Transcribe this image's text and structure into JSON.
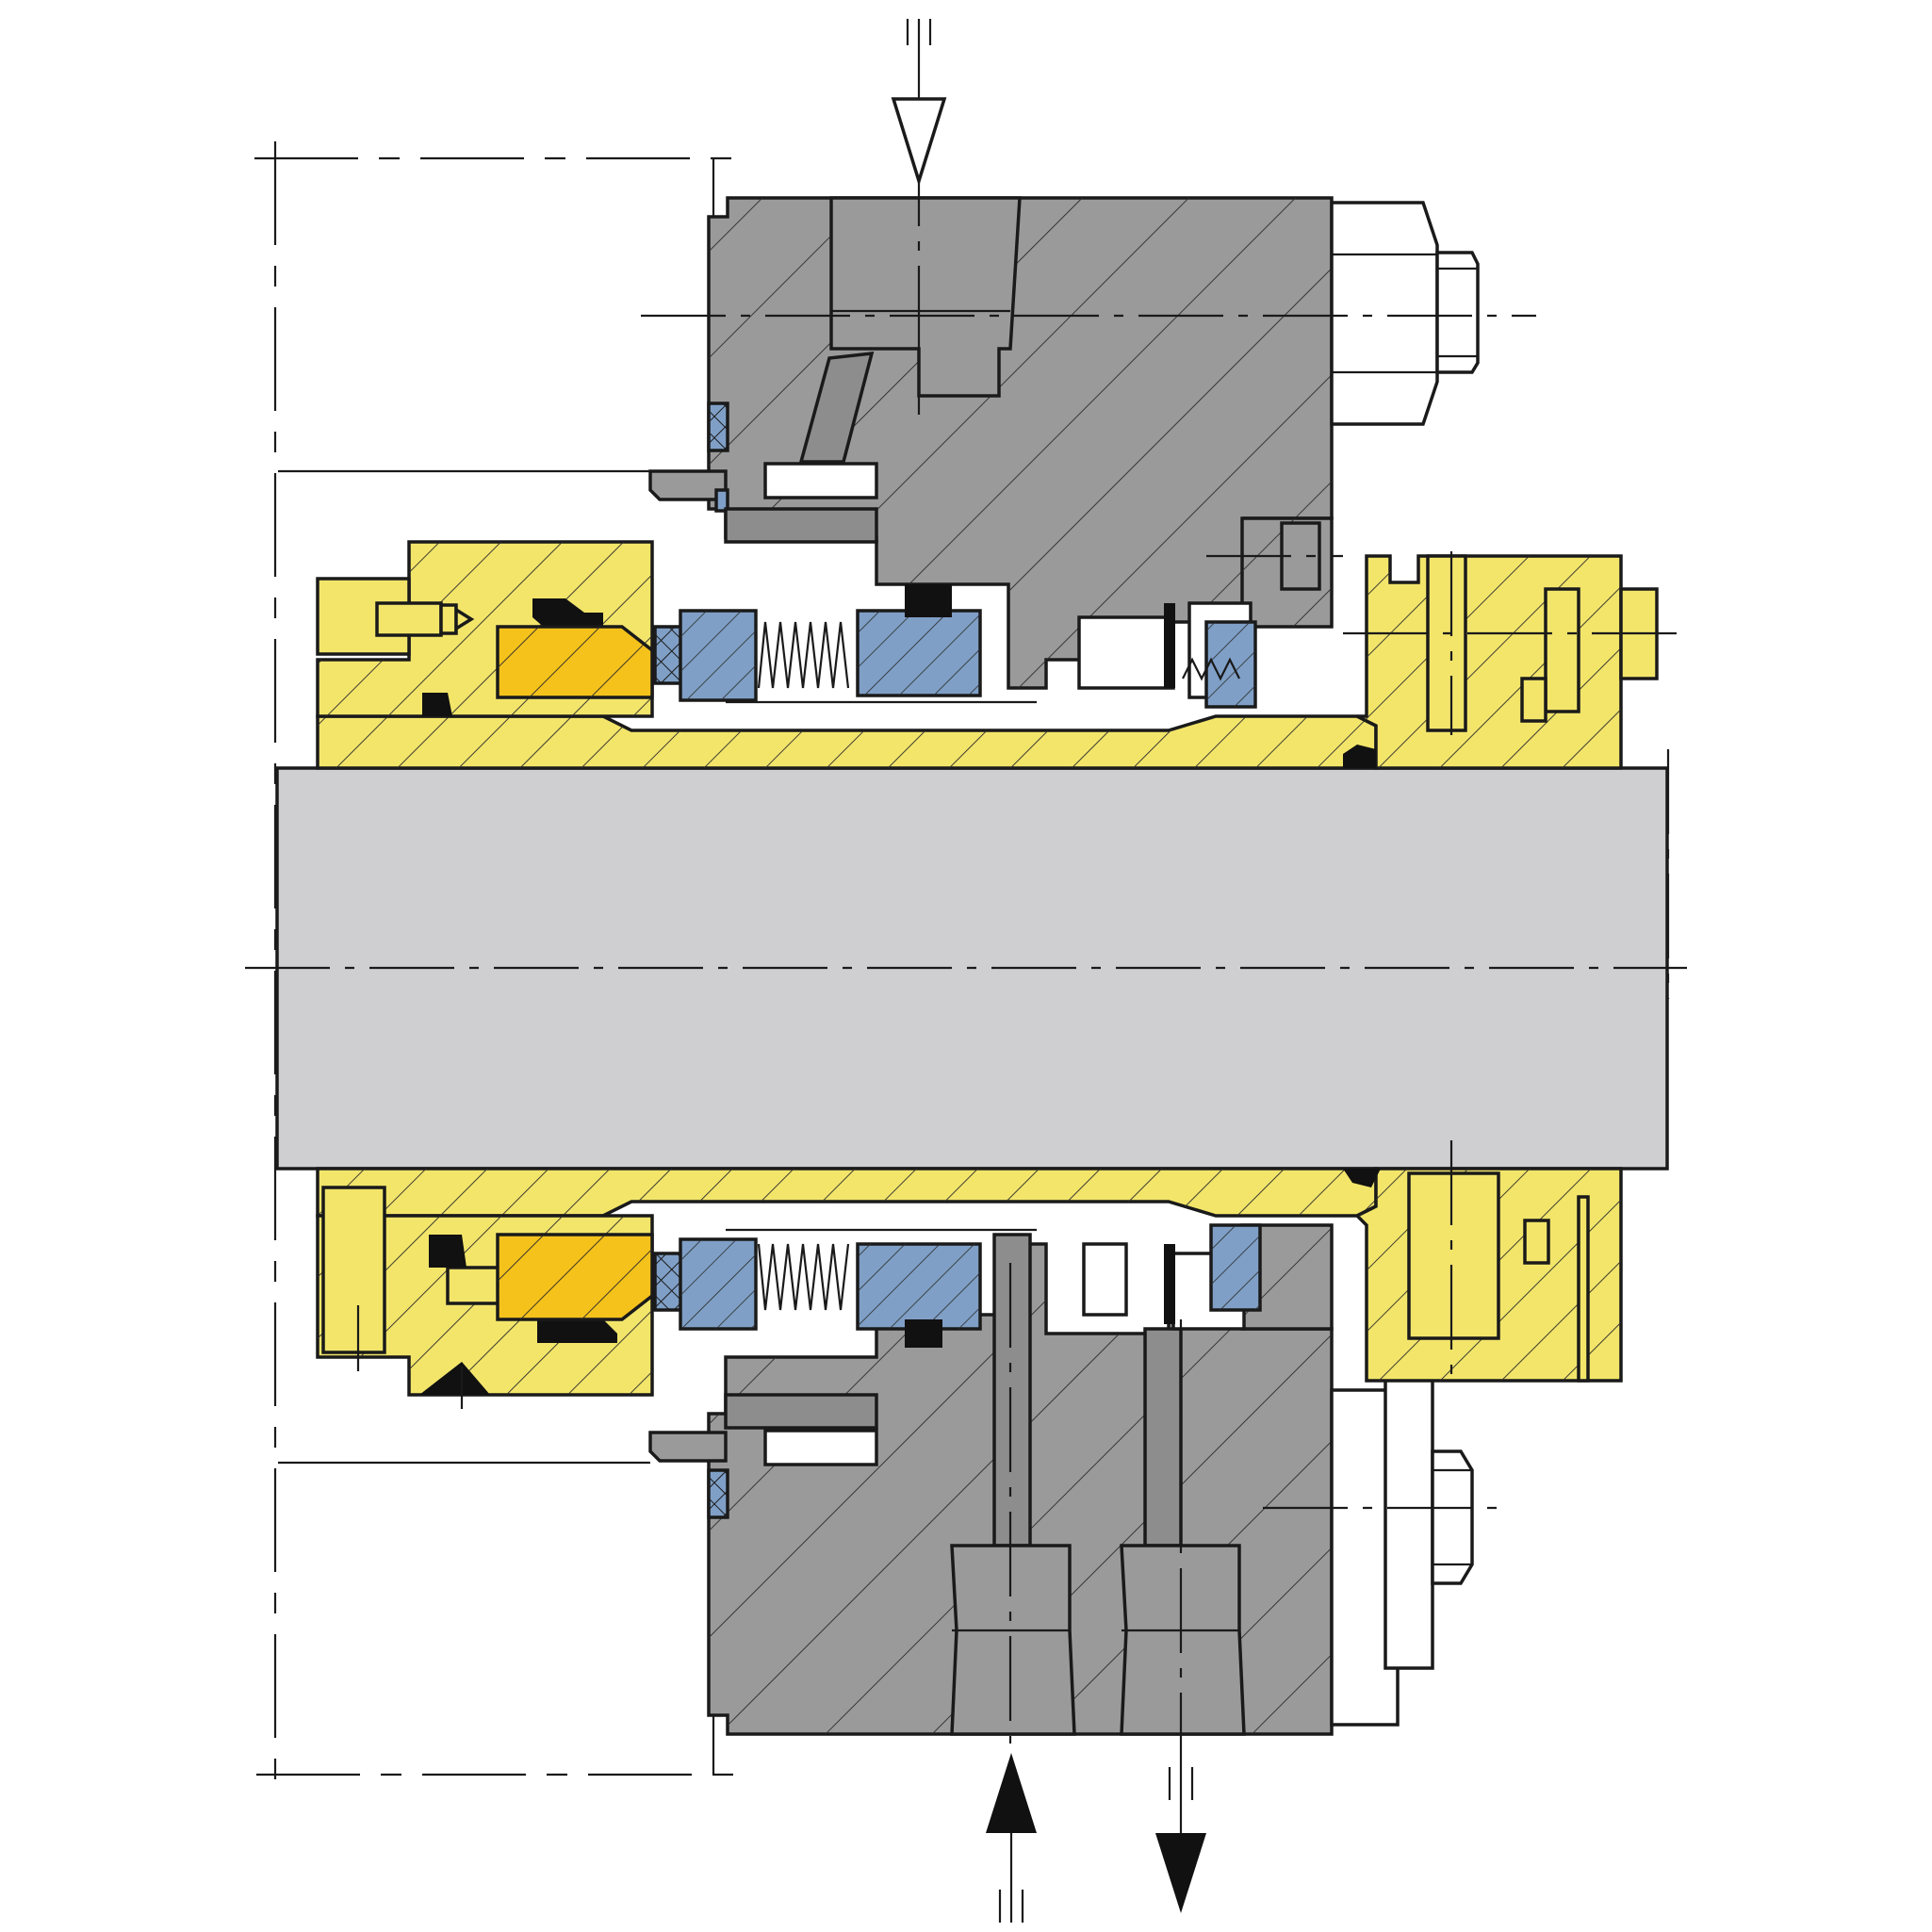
{
  "diagram": {
    "type": "mechanical seal cross-section",
    "materials": {
      "housing_color": "#9a9a9a",
      "shaft_color": "#cfcfd1",
      "sleeve_color": "#f2e56a",
      "rotary_ring_color": "#f5c21b",
      "stationary_parts_color": "#7f9fc6",
      "seal_black": "#111111",
      "outline_color": "#1a1a1a"
    },
    "flow_markers": [
      {
        "name": "inlet-top",
        "direction": "down",
        "style": "hollow"
      },
      {
        "name": "inlet-bottom",
        "direction": "up",
        "style": "filled"
      },
      {
        "name": "outlet-bottom",
        "direction": "down",
        "style": "filled"
      }
    ],
    "icons": [
      "arrow-down-hollow-icon",
      "arrow-up-filled-icon",
      "arrow-down-filled-icon",
      "hex-bolt-icon",
      "spring-icon"
    ]
  }
}
